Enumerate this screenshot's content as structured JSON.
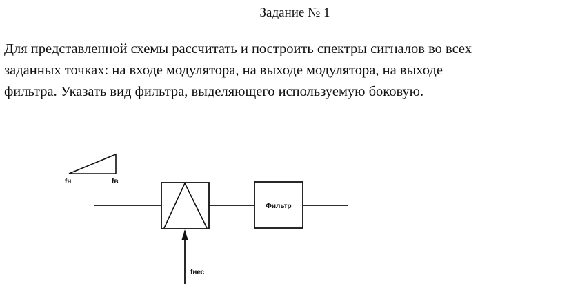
{
  "document": {
    "title": "Задание № 1",
    "task_lines": [
      "Для представленной схемы рассчитать и построить спектры сигналов во всех",
      "заданных точках: на входе модулятора, на выходе модулятора, на выходе",
      "фильтра.  Указать вид фильтра, выделяющего используемую боковую."
    ]
  },
  "diagram": {
    "label_f_low": "fн",
    "label_f_high": "fв",
    "filter_label": "Фильтр",
    "label_f_carrier": "fнес"
  }
}
